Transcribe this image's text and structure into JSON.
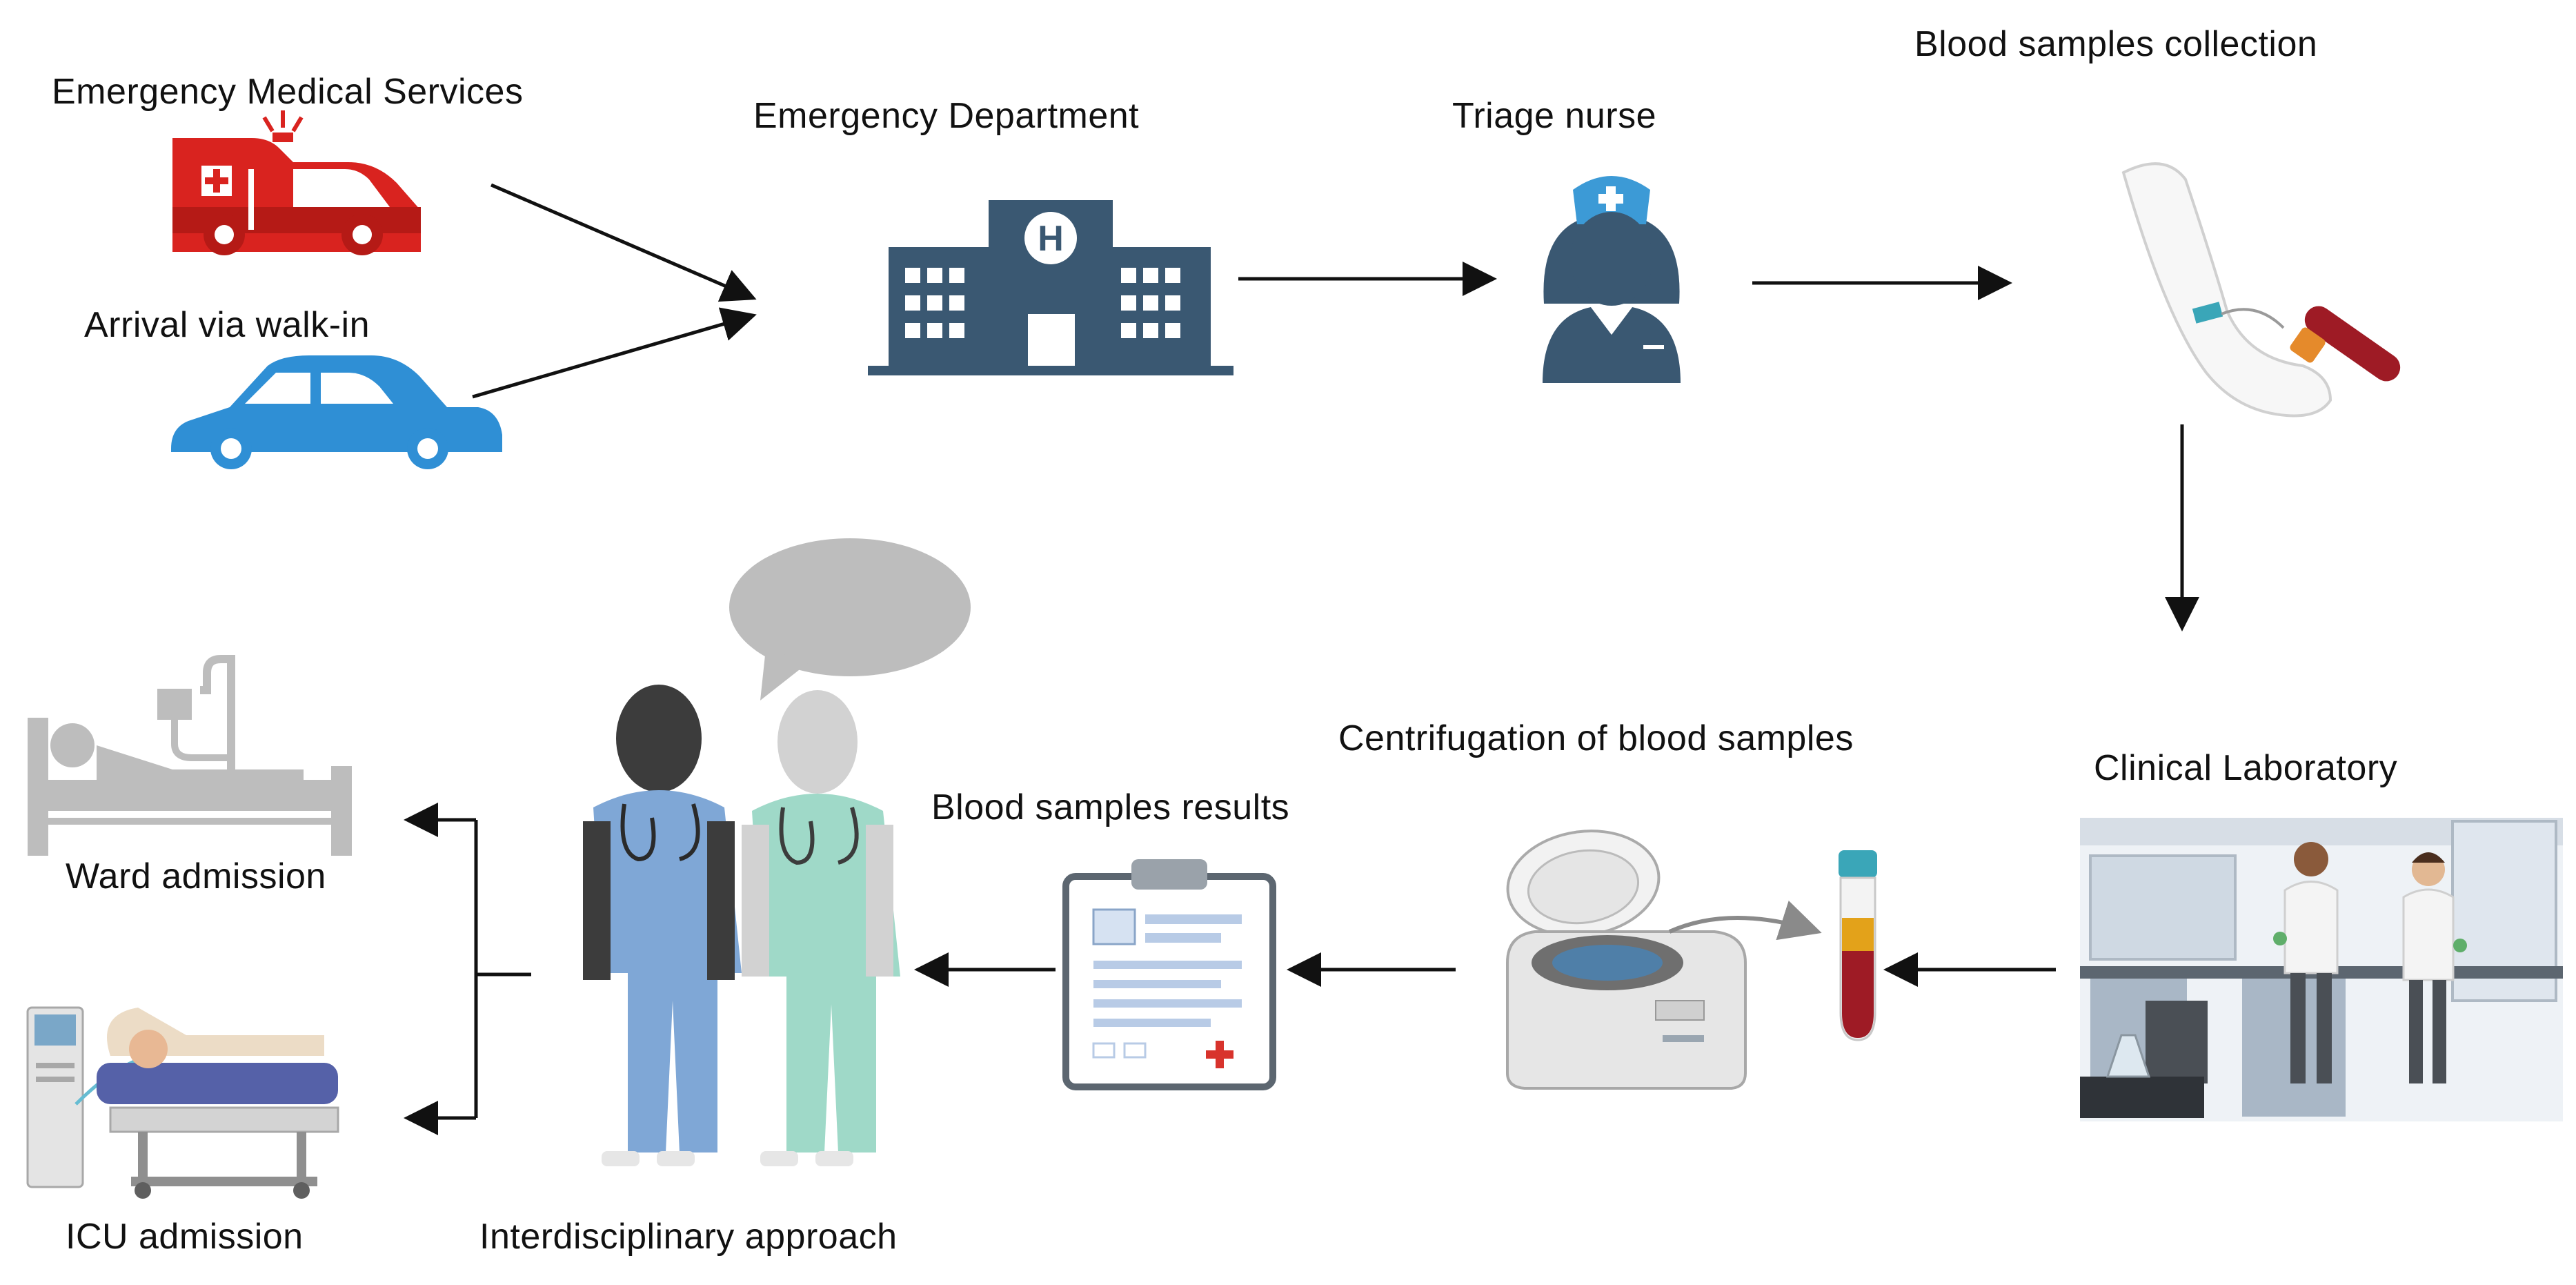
{
  "labels": {
    "ems": "Emergency Medical Services",
    "walkin": "Arrival via walk-in",
    "ed": "Emergency Department",
    "triage": "Triage nurse",
    "blood_collection": "Blood samples collection",
    "lab": "Clinical Laboratory",
    "centrifugation": "Centrifugation of blood samples",
    "results": "Blood samples results",
    "interdisciplinary": "Interdisciplinary approach",
    "ward": "Ward admission",
    "icu": "ICU admission"
  },
  "colors": {
    "ambulance": "#d9231f",
    "car": "#2f8fd5",
    "building": "#3a5872",
    "nurse_cap": "#3c9ad6",
    "scrubs_blue": "#7fa7d6",
    "scrubs_green": "#9fd9c8",
    "blood": "#9e1b25",
    "plasma": "#e3a21a",
    "cap_teal": "#3aa6b8",
    "cross": "#d8332c",
    "bed_gray": "#bdbdbd",
    "arrow": "#111111"
  }
}
